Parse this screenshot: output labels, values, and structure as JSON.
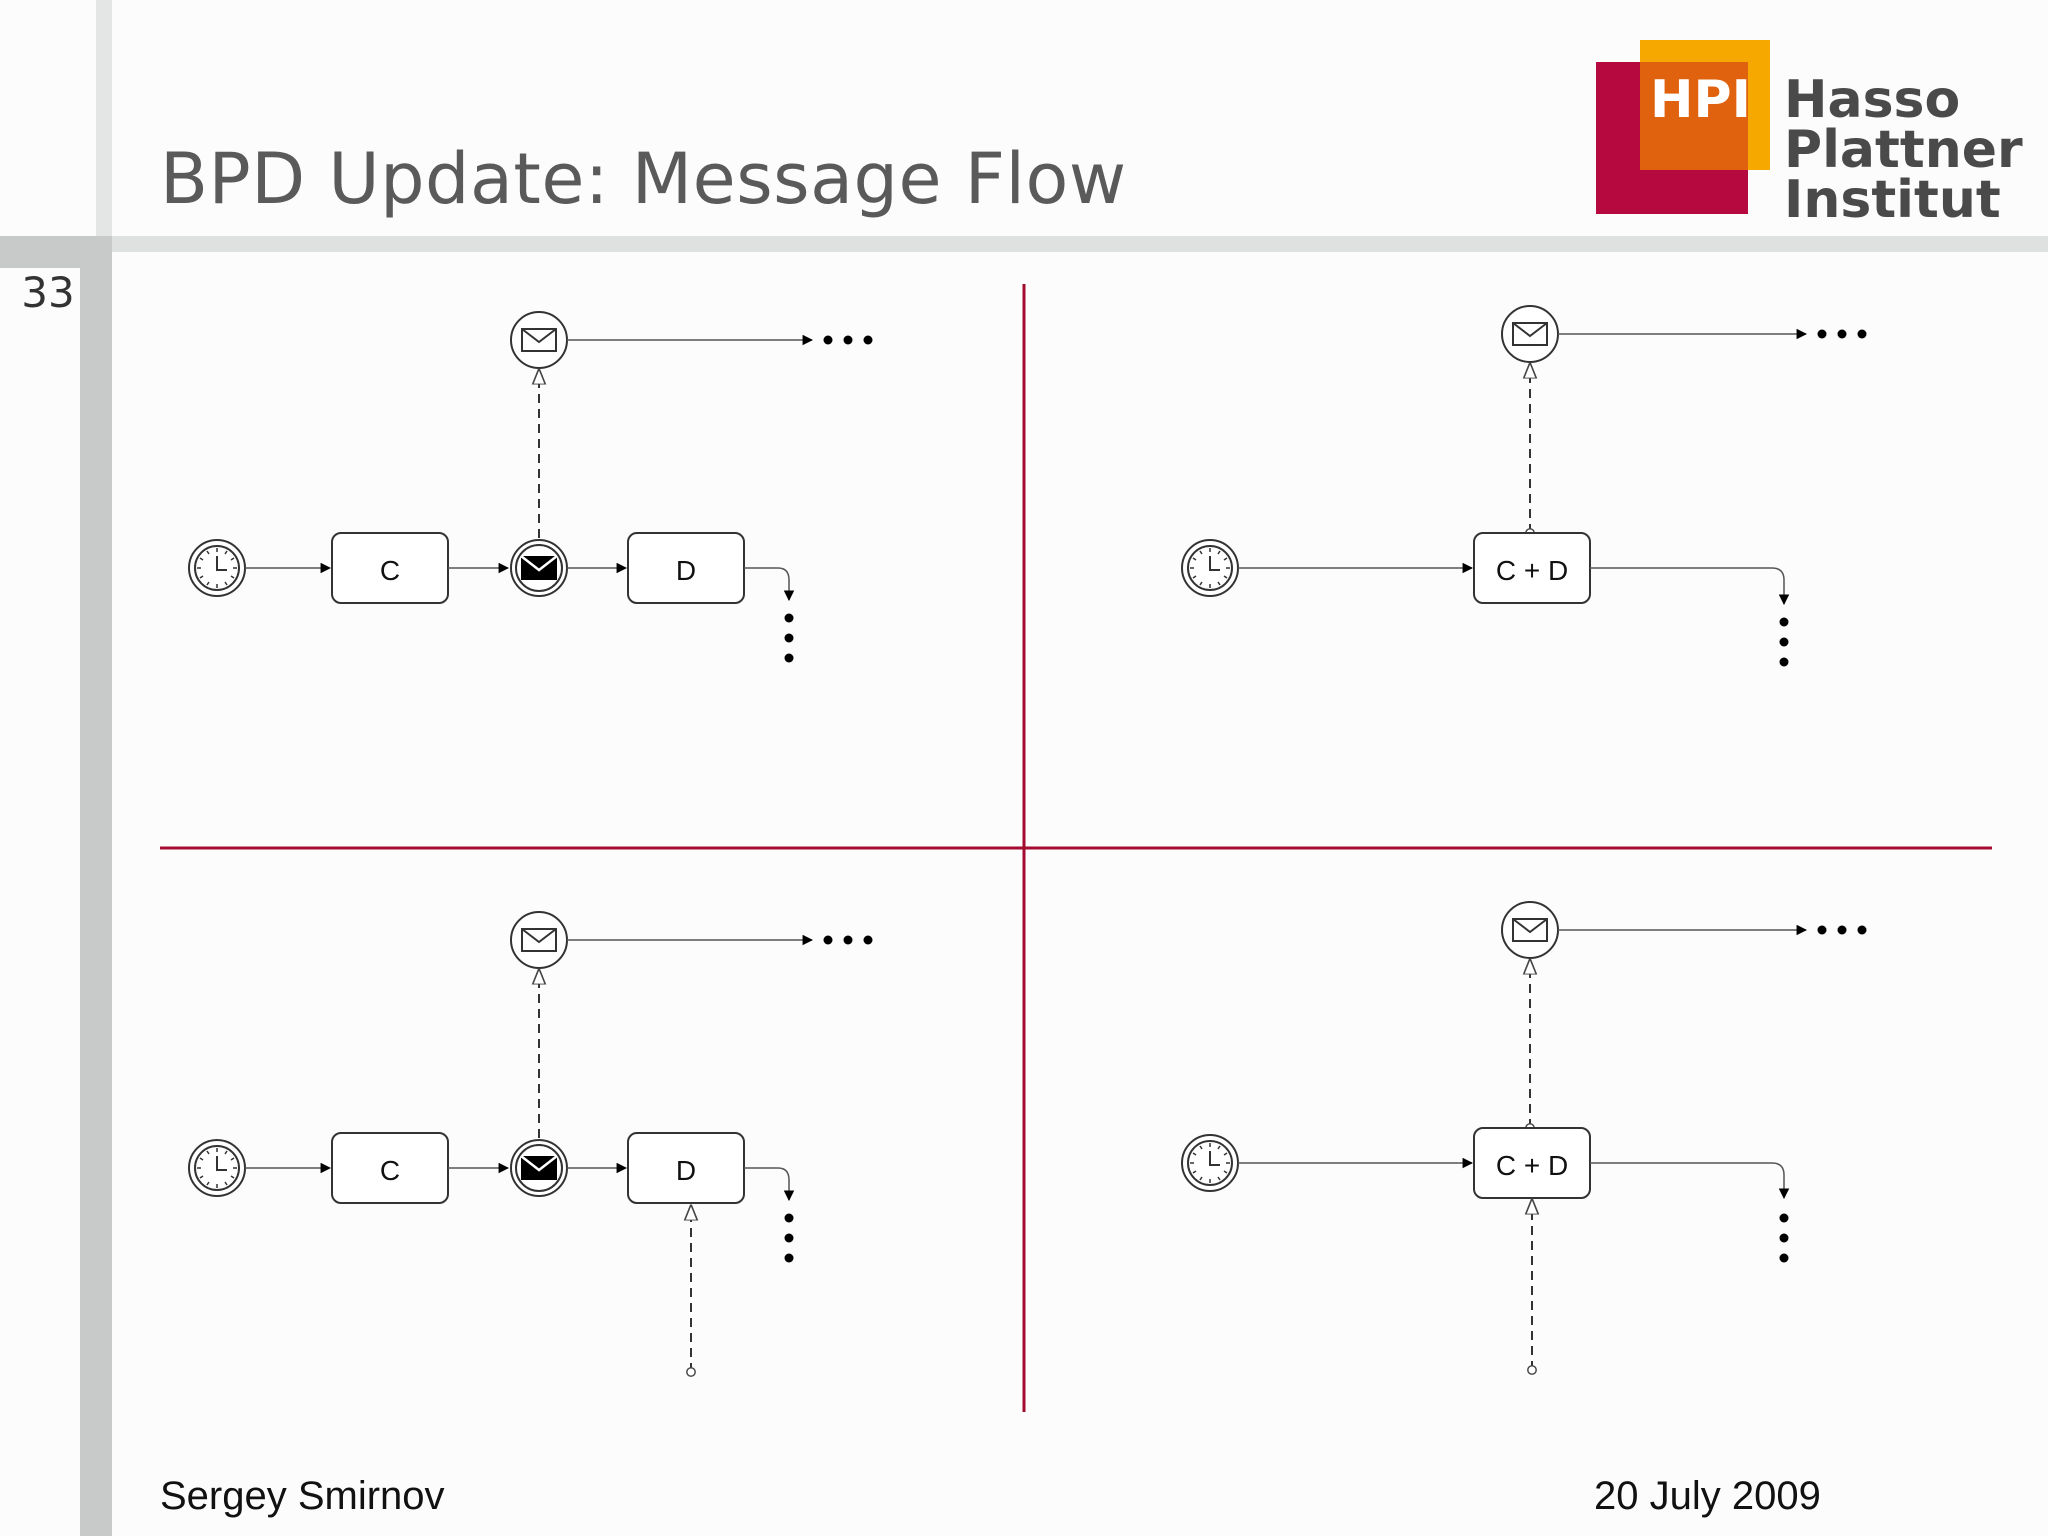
{
  "slide": {
    "number": "33",
    "title": "BPD Update: Message Flow"
  },
  "logo": {
    "badge": "HPI",
    "line1": "Hasso",
    "line2": "Plattner",
    "line3": "Institut",
    "colors": {
      "red": "#b5093f",
      "orange": "#e1620e",
      "yellow": "#f6a800",
      "text": "#4a4a4a"
    }
  },
  "footer": {
    "author": "Sergey Smirnov",
    "date": "20 July 2009"
  },
  "diagrams": {
    "top_left": {
      "task1": "C",
      "task2": "D"
    },
    "top_right": {
      "task": "C + D"
    },
    "bottom_left": {
      "task1": "C",
      "task2": "D"
    },
    "bottom_right": {
      "task": "C + D"
    }
  },
  "colors": {
    "divider": "#a50b2f",
    "sidebar": "#c8c9c9",
    "header_band": "#dfe0e0"
  }
}
